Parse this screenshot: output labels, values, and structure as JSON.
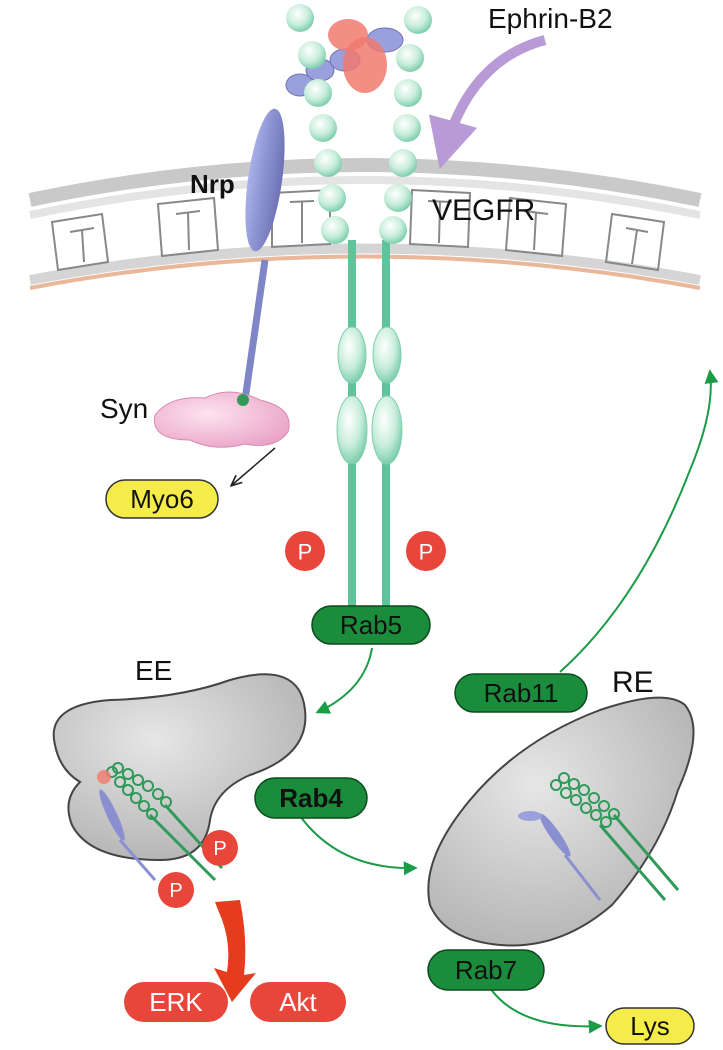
{
  "labels": {
    "ephrin": "Ephrin-B2",
    "nrp": "Nrp",
    "vegfr": "VEGFR",
    "syn": "Syn",
    "ee": "EE",
    "re": "RE"
  },
  "pills": {
    "myo6": "Myo6",
    "rab5": "Rab5",
    "rab11": "Rab11",
    "rab4": "Rab4",
    "rab7": "Rab7",
    "erk": "ERK",
    "akt": "Akt",
    "lys": "Lys"
  },
  "phospho": "P",
  "colors": {
    "rab_green": "#1a8c3c",
    "phospho_red": "#e8463a",
    "yellow": "#f5ec4a",
    "vegfr_mint": "#c8eddc",
    "nrp_blue": "#8a90cf",
    "syn_pink": "#f3b8d6",
    "membrane_gray": "#cfcfcf",
    "endosome_gray": "#c8c8c8",
    "ephrin_arrow": "#b89ad6",
    "signal_arrow": "#e63c1e"
  }
}
